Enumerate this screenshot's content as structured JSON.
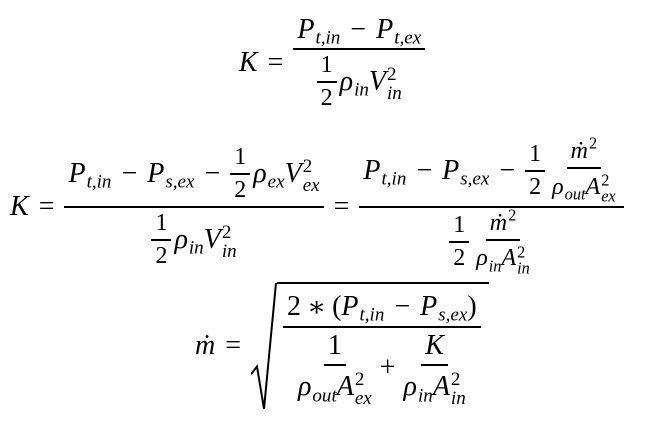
{
  "sym": {
    "K": "K",
    "P": "P",
    "V": "V",
    "A": "A",
    "rho": "ρ",
    "mdot": "ṁ",
    "eq": "=",
    "minus": "−",
    "plus": "+",
    "times": "∗",
    "lp": "(",
    "rp": ")",
    "one": "1",
    "two": "2",
    "sq": "2"
  },
  "sub": {
    "tin": "t,in",
    "tex": "t,ex",
    "sex": "s,ex",
    "in": "in",
    "ex": "ex",
    "out": "out"
  }
}
